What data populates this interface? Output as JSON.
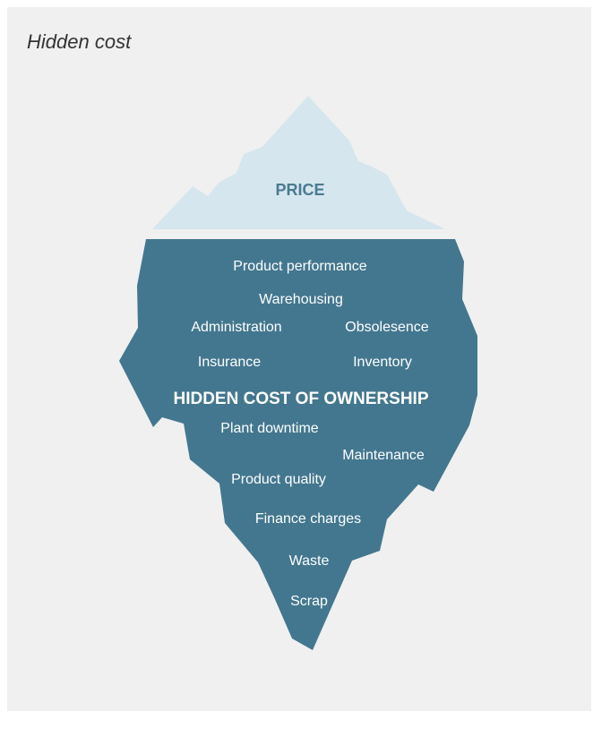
{
  "title": "Hidden cost",
  "colors": {
    "background": "#f0f0f0",
    "tip": "#d5e6ee",
    "body": "#43778f",
    "tip_text": "#4a7a92",
    "body_text": "#ffffff"
  },
  "tip_label": "PRICE",
  "main_label": "HIDDEN COST OF OWNERSHIP",
  "cost_items": [
    "Product performance",
    "Warehousing",
    "Administration",
    "Obsolesence",
    "Insurance",
    "Inventory",
    "Plant downtime",
    "Maintenance",
    "Product quality",
    "Finance charges",
    "Waste",
    "Scrap"
  ]
}
